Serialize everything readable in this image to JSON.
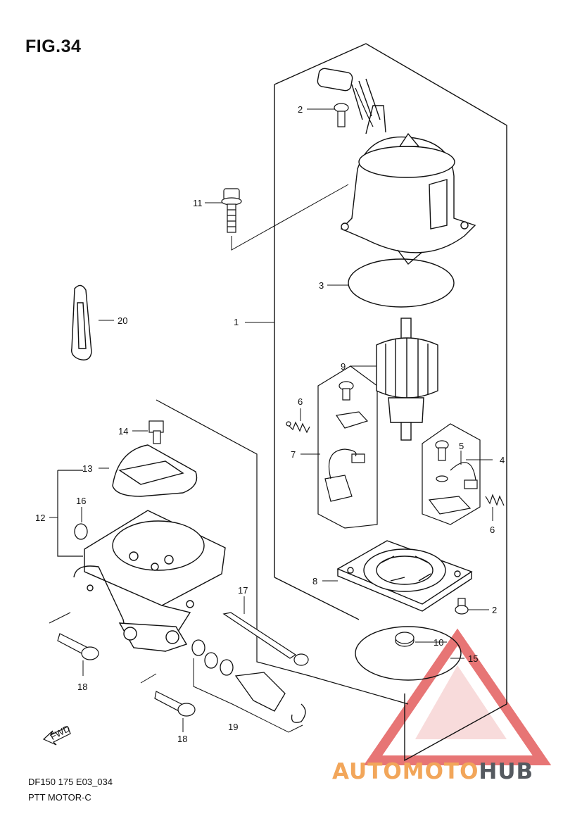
{
  "figure": {
    "title": "FIG.34",
    "code": "DF150 175 E03_034",
    "subtitle": "PTT MOTOR-C"
  },
  "watermark": {
    "brand_part1": "AUTO",
    "brand_part2": "MOTO",
    "brand_part3": "HUB",
    "accent_color": "#e35d5d",
    "text_color_light": "#f2a65a",
    "text_color_dark": "#555a60",
    "icon": "triangle-logo-icon"
  },
  "parts": [
    {
      "id": "p1",
      "number": "1"
    },
    {
      "id": "p2a",
      "number": "2"
    },
    {
      "id": "p2b",
      "number": "2"
    },
    {
      "id": "p3",
      "number": "3"
    },
    {
      "id": "p4",
      "number": "4"
    },
    {
      "id": "p5",
      "number": "5"
    },
    {
      "id": "p6a",
      "number": "6"
    },
    {
      "id": "p6b",
      "number": "6"
    },
    {
      "id": "p7",
      "number": "7"
    },
    {
      "id": "p8",
      "number": "8"
    },
    {
      "id": "p9",
      "number": "9"
    },
    {
      "id": "p10",
      "number": "10"
    },
    {
      "id": "p11",
      "number": "11"
    },
    {
      "id": "p12",
      "number": "12"
    },
    {
      "id": "p13",
      "number": "13"
    },
    {
      "id": "p14",
      "number": "14"
    },
    {
      "id": "p15",
      "number": "15"
    },
    {
      "id": "p16",
      "number": "16"
    },
    {
      "id": "p17",
      "number": "17"
    },
    {
      "id": "p18a",
      "number": "18"
    },
    {
      "id": "p18b",
      "number": "18"
    },
    {
      "id": "p19",
      "number": "19"
    },
    {
      "id": "p20",
      "number": "20"
    }
  ],
  "fwd_label": "FWD"
}
